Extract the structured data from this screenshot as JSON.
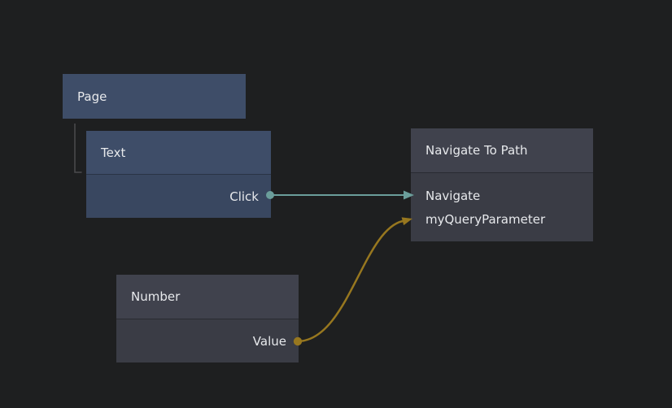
{
  "colors": {
    "background": "#1e1f20",
    "blue_node_header": "#3e4d68",
    "blue_node_body": "#394760",
    "gray_node_header": "#40424d",
    "gray_node_body": "#3a3c45",
    "wire_teal": "#6b9e9b",
    "wire_gold": "#97771f",
    "hierarchy_line": "#4b4c4e",
    "label_text": "#e7e9ec"
  },
  "nodes": {
    "page": {
      "title": "Page"
    },
    "text": {
      "title": "Text",
      "outputs": [
        {
          "label": "Click",
          "wire_color": "#6b9e9b"
        }
      ]
    },
    "navigate_to_path": {
      "title": "Navigate To Path",
      "inputs": [
        {
          "label": "Navigate",
          "wire_color": "#6b9e9b"
        },
        {
          "label": "myQueryParameter",
          "wire_color": "#97771f"
        }
      ]
    },
    "number": {
      "title": "Number",
      "outputs": [
        {
          "label": "Value",
          "wire_color": "#97771f"
        }
      ]
    }
  },
  "connections": [
    {
      "from": "Text.Click",
      "to": "Navigate To Path.Navigate",
      "color": "#6b9e9b",
      "shape": "straight"
    },
    {
      "from": "Number.Value",
      "to": "Navigate To Path.myQueryParameter",
      "color": "#97771f",
      "shape": "s-curve"
    }
  ],
  "hierarchy": [
    {
      "parent": "Page",
      "child": "Text"
    }
  ]
}
